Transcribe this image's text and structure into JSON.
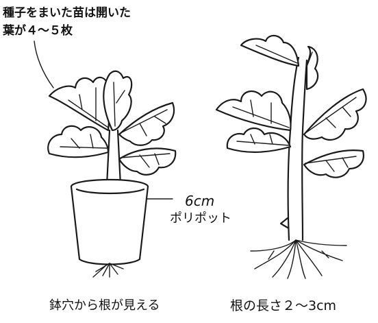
{
  "annotations": {
    "seedling_note_line1": "種子をまいた苗は開いた",
    "seedling_note_line2": "葉が４～５枚",
    "pot_size": "6cm",
    "pot_label": "ポリポット"
  },
  "captions": {
    "left": "鉢穴から根が見える",
    "right": "根の長さ２～3cm"
  }
}
